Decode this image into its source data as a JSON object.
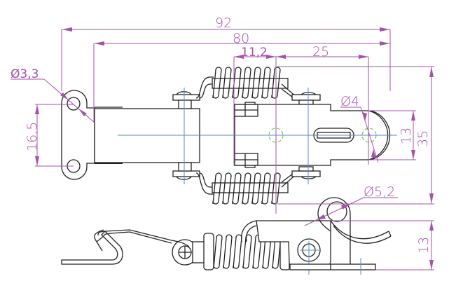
{
  "drawing": {
    "subject": "Spring-loaded toggle latch with hook catch",
    "colors": {
      "outline": "#222222",
      "dimension": "#a453a8",
      "centerline": "#5b8ac6",
      "hidden_hole": "#7ac74f",
      "background": "#ffffff"
    },
    "views": [
      "top-view",
      "side-view"
    ],
    "dimensions": {
      "overall_length": "92",
      "body_length": "80",
      "spring_offset": "11,2",
      "slot_length": "25",
      "mount_hole_dia": "Ø3,3",
      "mount_hole_spacing": "16,5",
      "catch_hole_dia": "Ø4",
      "catch_width": "13",
      "overall_width": "35",
      "loop_dia": "Ø5,2",
      "side_height": "13"
    }
  }
}
